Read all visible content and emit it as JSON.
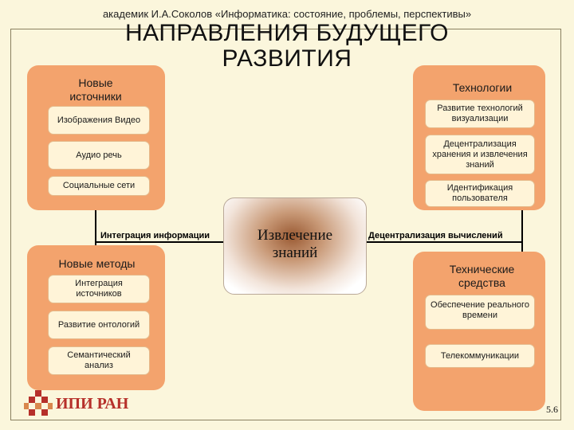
{
  "header": "академик И.А.Соколов «Информатика: состояние, проблемы, перспективы»",
  "title": "НАПРАВЛЕНИЯ БУДУЩЕГО РАЗВИТИЯ",
  "groups": {
    "new_sources": {
      "title": "Новые источники",
      "items": [
        "Изображения Видео",
        "Аудио речь",
        "Социальные сети"
      ]
    },
    "technologies": {
      "title": "Технологии",
      "items": [
        "Развитие технологий визуализации",
        "Децентрализация хранения и извлечения знаний",
        "Идентификация пользователя"
      ]
    },
    "new_methods": {
      "title": "Новые методы",
      "items": [
        "Интеграция источников",
        "Развитие онтологий",
        "Семантический анализ"
      ]
    },
    "technical_means": {
      "title": "Технические средства",
      "items": [
        "Обеспечение реального времени",
        "Телекоммуникации"
      ]
    }
  },
  "center": "Извлечение знаний",
  "connectors": {
    "left": "Интеграция информации",
    "right": "Децентрализация вычислений"
  },
  "logo_text": "ИПИ РАН",
  "slide_number": "5.6",
  "colors": {
    "group": "#f3a36d",
    "item": "#fff4d8",
    "background": "#fbf6dc",
    "logo": "#b6302a"
  }
}
